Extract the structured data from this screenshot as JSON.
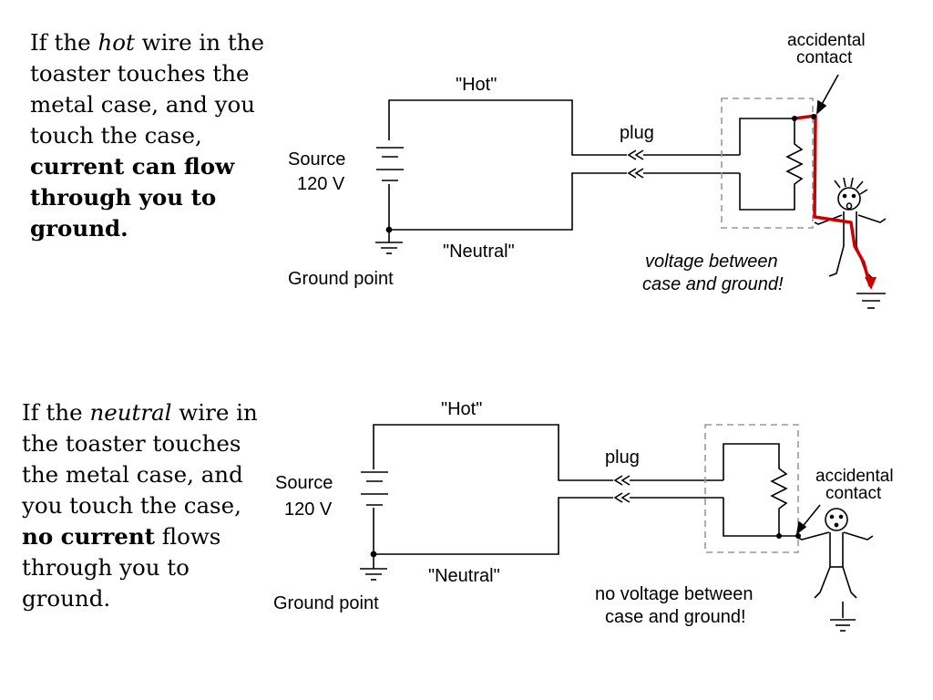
{
  "panel1": {
    "caption": {
      "prefix": "If the ",
      "emphasis": "hot",
      "middle": " wire in the toaster touches the metal case, and you touch the case, ",
      "bold": "current can flow through you to ground."
    },
    "labels": {
      "hot": "\"Hot\"",
      "neutral": "\"Neutral\"",
      "plug": "plug",
      "source": "Source",
      "voltage": "120 V",
      "ground_point": "Ground point",
      "accidental_1": "accidental",
      "accidental_2": "contact",
      "note_1": "voltage between",
      "note_2": "case and ground!"
    }
  },
  "panel2": {
    "caption": {
      "prefix": "If the ",
      "emphasis": "neutral",
      "middle": " wire in the toaster touches the metal case, and you touch the case, ",
      "bold": "no current",
      "suffix": " flows through you to ground."
    },
    "labels": {
      "hot": "\"Hot\"",
      "neutral": "\"Neutral\"",
      "plug": "plug",
      "source": "Source",
      "voltage": "120 V",
      "ground_point": "Ground point",
      "accidental_1": "accidental",
      "accidental_2": "contact",
      "note_1": "no voltage between",
      "note_2": "case and ground!"
    }
  },
  "colors": {
    "current_path": "#cc0000",
    "wire": "#000000",
    "case_outline": "#999999"
  }
}
